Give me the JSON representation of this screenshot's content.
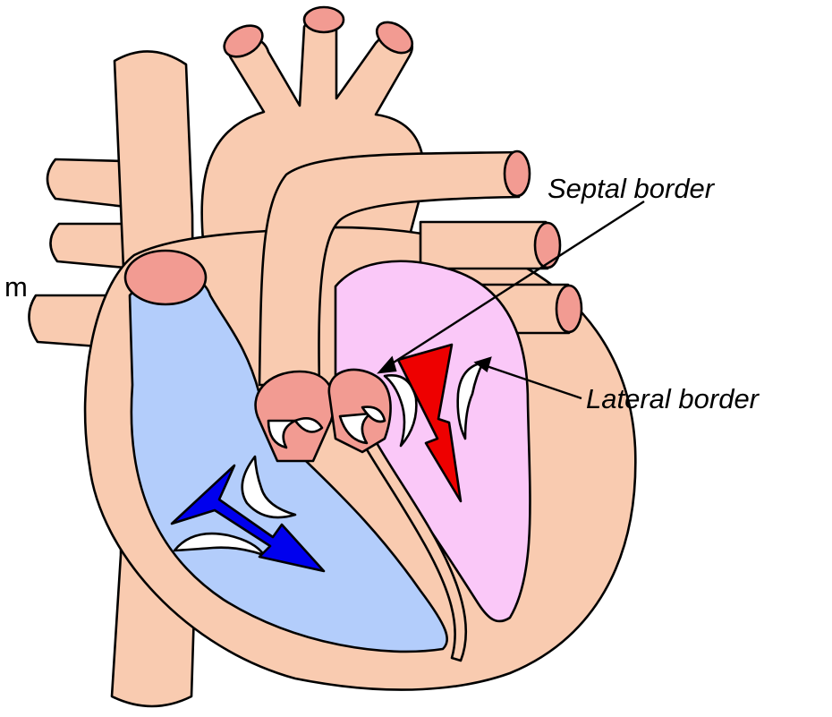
{
  "labels": {
    "septal_border": "Septal border",
    "lateral_border": "Lateral border",
    "cropped_left": "m"
  },
  "colors": {
    "tissue": "#f9cbb0",
    "vessel_opening": "#f29b92",
    "right_chamber": "#b3cdfb",
    "left_chamber": "#fac8f8",
    "deoxygenated_flow": "#0000ee",
    "oxygenated_flow": "#ee0000",
    "valve": "#ffffff",
    "outline": "#000000"
  }
}
